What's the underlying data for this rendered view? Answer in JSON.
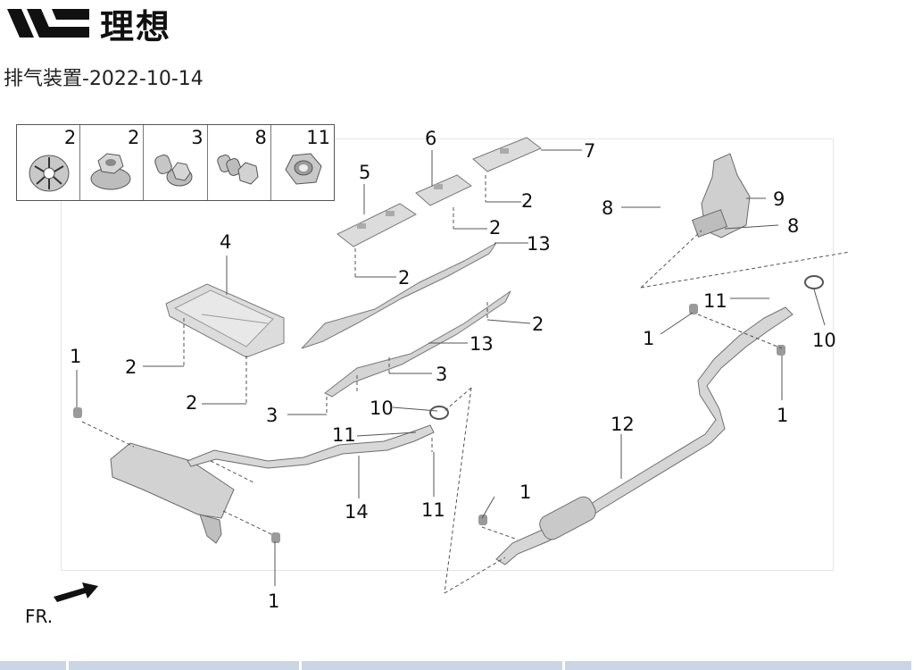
{
  "header": {
    "brand_name": "理想",
    "logo_icon": "li-auto-logo-icon"
  },
  "document": {
    "title": "排气装置-2022-10-14"
  },
  "fasteners": [
    {
      "qty": "2",
      "icon": "spring-clamp-washer-icon"
    },
    {
      "qty": "2",
      "icon": "flange-nut-icon"
    },
    {
      "qty": "3",
      "icon": "hex-flange-bolt-icon"
    },
    {
      "qty": "8",
      "icon": "shoulder-bolt-icon"
    },
    {
      "qty": "11",
      "icon": "hex-nut-icon"
    }
  ],
  "callouts": {
    "c1a": "1",
    "c1b": "1",
    "c1c": "1",
    "c1d": "1",
    "c1e": "1",
    "c2a": "2",
    "c2b": "2",
    "c2c": "2",
    "c2d": "2",
    "c2e": "2",
    "c2f": "2",
    "c3a": "3",
    "c3b": "3",
    "c4": "4",
    "c5": "5",
    "c6": "6",
    "c7": "7",
    "c8a": "8",
    "c8b": "8",
    "c9": "9",
    "c10a": "10",
    "c10b": "10",
    "c11a": "11",
    "c11b": "11",
    "c11c": "11",
    "c12": "12",
    "c13a": "13",
    "c13b": "13",
    "c14": "14"
  },
  "orientation": {
    "label": "FR."
  },
  "colors": {
    "part_fill": "#d9d9d9",
    "part_stroke": "#7a7a7a",
    "leader": "#555555",
    "bottom_bar": "#c9d6e6"
  }
}
